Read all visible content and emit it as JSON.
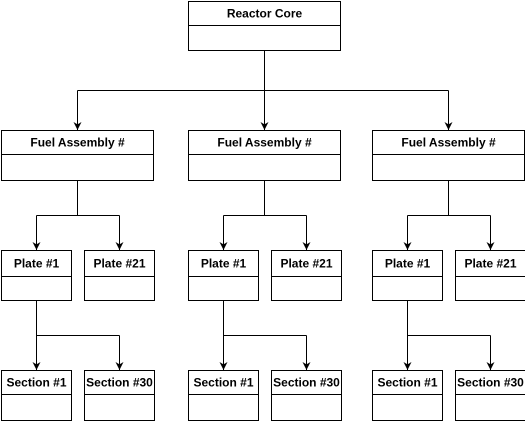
{
  "diagram": {
    "root": {
      "title": "Reactor Core"
    },
    "assemblies": [
      {
        "title": "Fuel Assembly #",
        "plates": [
          {
            "title": "Plate #1",
            "sections": [
              {
                "title": "Section #1"
              },
              {
                "title": "Section #30"
              }
            ]
          },
          {
            "title": "Plate #21"
          }
        ]
      },
      {
        "title": "Fuel Assembly #",
        "plates": [
          {
            "title": "Plate #1",
            "sections": [
              {
                "title": "Section #1"
              },
              {
                "title": "Section #30"
              }
            ]
          },
          {
            "title": "Plate #21"
          }
        ]
      },
      {
        "title": "Fuel Assembly #",
        "plates": [
          {
            "title": "Plate #1",
            "sections": [
              {
                "title": "Section #1"
              },
              {
                "title": "Section #30"
              }
            ]
          },
          {
            "title": "Plate #21"
          }
        ]
      }
    ]
  },
  "colors": {
    "stroke": "#000000",
    "fill": "#ffffff",
    "text": "#000000"
  }
}
